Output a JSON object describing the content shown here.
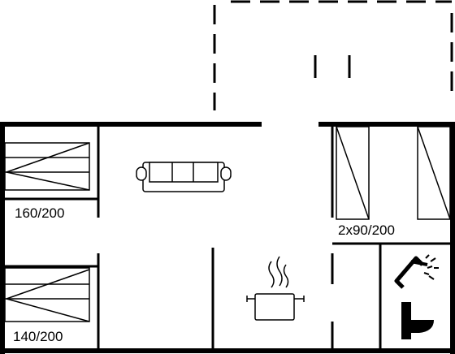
{
  "floorplan": {
    "bed_labels": {
      "bedroom_top": "160/200",
      "bedroom_bottom": "140/200",
      "bedroom_right": "2x90/200"
    },
    "icons": [
      "sofa-icon",
      "cooking-pot-icon",
      "shower-icon",
      "toilet-icon",
      "bed-icon"
    ],
    "colors": {
      "wall": "#000000",
      "background": "#ffffff"
    }
  }
}
